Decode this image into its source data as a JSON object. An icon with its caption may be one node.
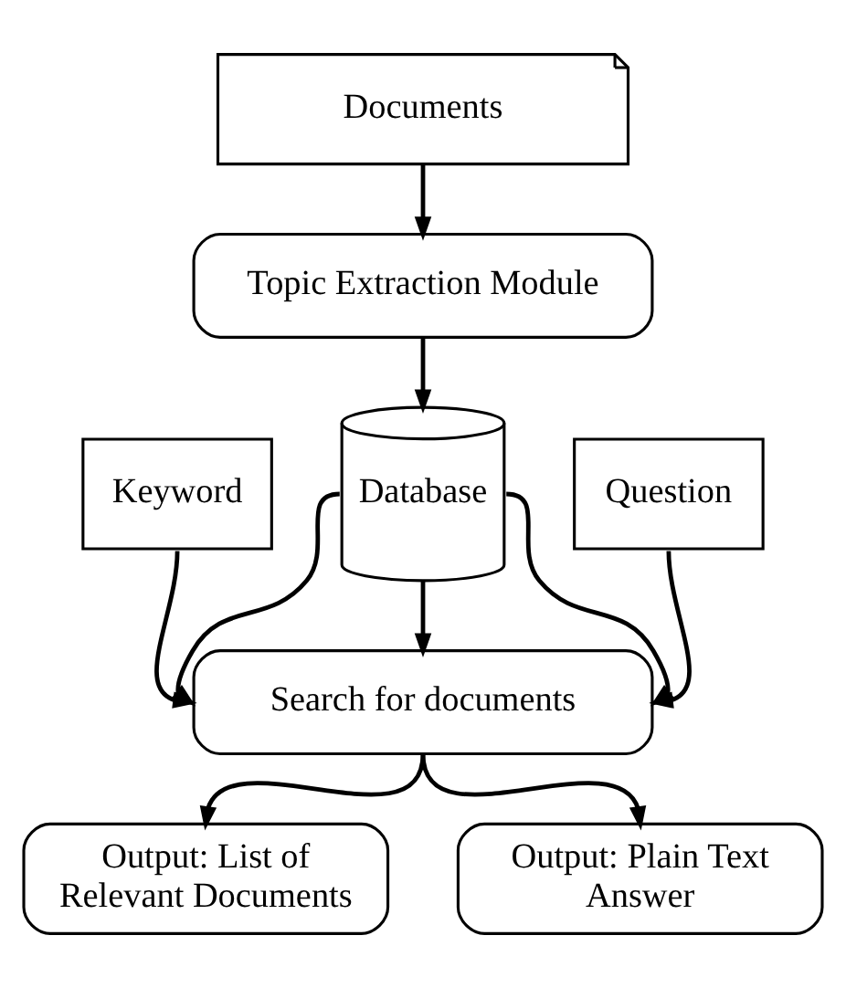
{
  "diagram": {
    "nodes": [
      {
        "text": [
          "Documents"
        ]
      },
      {
        "text": [
          "Topic Extraction Module"
        ]
      },
      {
        "text": [
          "Keyword"
        ]
      },
      {
        "text": [
          "Database"
        ]
      },
      {
        "text": [
          "Question"
        ]
      },
      {
        "text": [
          "Search for documents"
        ]
      },
      {
        "text": [
          "Output: List of Relevant Documents"
        ]
      },
      {
        "text": [
          "Output: Plain Text Answer"
        ]
      }
    ],
    "edges": [
      {
        "from": 0,
        "to": 1,
        "arrow": "to"
      },
      {
        "from": 1,
        "to": 3,
        "arrow": "to"
      },
      {
        "from": 2,
        "to": 5,
        "arrow": "to"
      },
      {
        "from": 3,
        "to": 5,
        "arrow": "to"
      },
      {
        "from": 3,
        "to": 5,
        "arrow": "to"
      },
      {
        "from": 3,
        "to": 5,
        "arrow": "to"
      },
      {
        "from": 4,
        "to": 5,
        "arrow": "to"
      },
      {
        "from": 5,
        "to": 6,
        "arrow": "to"
      },
      {
        "from": 5,
        "to": 7,
        "arrow": "to"
      }
    ]
  }
}
